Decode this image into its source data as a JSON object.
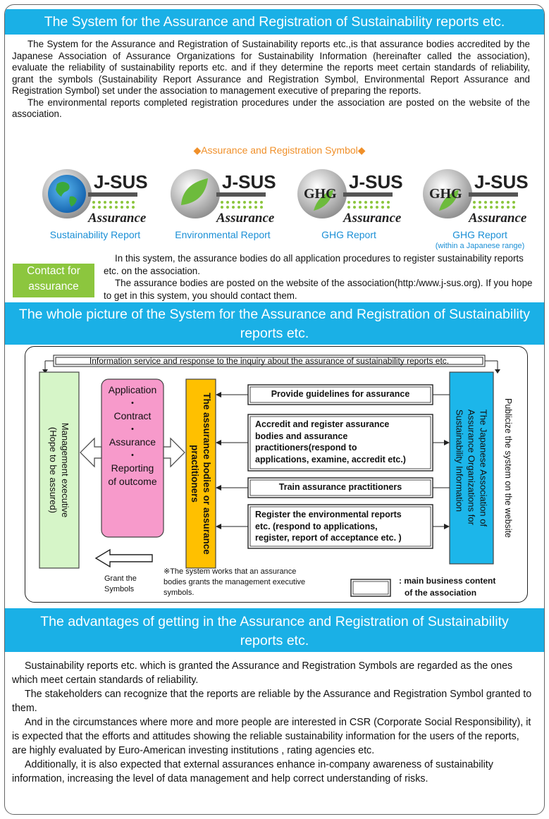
{
  "sections": {
    "system_title": "The System for the Assurance and Registration of Sustainability reports etc.",
    "whole_picture_title_line1": "The whole picture of the System for the Assurance and Registration of Sustainability",
    "whole_picture_title_line2": "reports etc.",
    "advantages_title_line1": "The advantages of getting in the Assurance and Registration of Sustainability",
    "advantages_title_line2": "reports etc."
  },
  "intro": {
    "para1": "The System for the Assurance and Registration of Sustainability reports etc.,is that assurance bodies accredited by the Japanese Association of Assurance Organizations for Sustainability Information (hereinafter called the association), evaluate the reliability of sustainability reports etc. and if they determine the reports meet certain standards of reliability, grant the symbols (Sustainability Report Assurance and Registration Symbol, Environmental Report Assurance and Registration Symbol) set under the association to management executive of preparing the reports.",
    "para2": "The environmental reports completed registration procedures under the association are posted on the website of the association."
  },
  "symbols": {
    "heading": "◆Assurance and Registration Symbol◆",
    "brand": "J-SUS",
    "assurance_word": "Assurance",
    "ghg_label": "GHG",
    "items": [
      {
        "caption": "Sustainability  Report",
        "sub": ""
      },
      {
        "caption": "Environmental Report",
        "sub": ""
      },
      {
        "caption": "GHG Report",
        "sub": ""
      },
      {
        "caption": "GHG Report",
        "sub": "(within a Japanese range)"
      }
    ]
  },
  "contact": {
    "button_line1": "Contact for",
    "button_line2": "assurance",
    "text1": "In this system, the assurance bodies do all application procedures to register sustainability reports etc. on the association.",
    "text2": "The assurance bodies are posted on the website of the association(http:/www.j-sus.org). If you hope to get in this system, you should contact them."
  },
  "diagram": {
    "top_bar": "Information service and response to the inquiry  about the assurance of  sustainability reports etc.",
    "management": "Management executive (Hope to be assured)",
    "management_line1": "Management executive",
    "management_line2": "(Hope to be assured)",
    "process": [
      "Application",
      "・",
      "Contract",
      "・",
      "Assurance",
      "・",
      "Reporting",
      "of outcome"
    ],
    "bodies_line1": "The assurance bodies or assurance",
    "bodies_line2": "practitioners",
    "association_line1": "The Japanese Association of",
    "association_line2": "Assurance Organizations for",
    "association_line3": "Sustainability Information",
    "publicize": "Publicize the system on the website",
    "box1": "Provide guidelines for assurance",
    "box2": [
      "Accredit and register assurance",
      "bodies and assurance",
      "practitioners(respond to",
      "applications, examine, accredit etc.)"
    ],
    "box3": "Train assurance practitioners",
    "box4": [
      "Register the environmental reports",
      "etc. (respond to applications,",
      "register, report of acceptance etc. )"
    ],
    "grant_line1": "Grant the",
    "grant_line2": "Symbols",
    "note_line1": "※The system works that an assurance",
    "note_line2": "bodies grants  the management executive",
    "note_line3": "symbols.",
    "legend_line1": ": main business content",
    "legend_line2": "of the association"
  },
  "advantages": {
    "para1": "Sustainability reports etc. which is granted the Assurance and Registration Symbols are regarded as the ones which meet certain standards of reliability.",
    "para2": "The stakeholders can recognize that the reports are reliable by the Assurance and Registration Symbol granted to them.",
    "para3": "And in the circumstances where more and more people are interested in CSR (Corporate Social Responsibility), it is expected that the efforts and attitudes showing the reliable sustainability information for the users of the reports, are highly evaluated by Euro-American investing institutions , rating agencies etc.",
    "para4": "Additionally, it is also expected that external assurances enhance in-company awareness of sustainability information, increasing the level of data management and help correct understanding of risks."
  },
  "colors": {
    "band": "#1ab0e6",
    "accent_orange": "#f0902a",
    "caption_blue": "#1a8fd6",
    "contact_green": "#8cc63e",
    "management_box": "#d6f5c8",
    "process_box": "#f79acb",
    "bodies_box": "#ffc000",
    "association_box": "#1cb6ea"
  }
}
